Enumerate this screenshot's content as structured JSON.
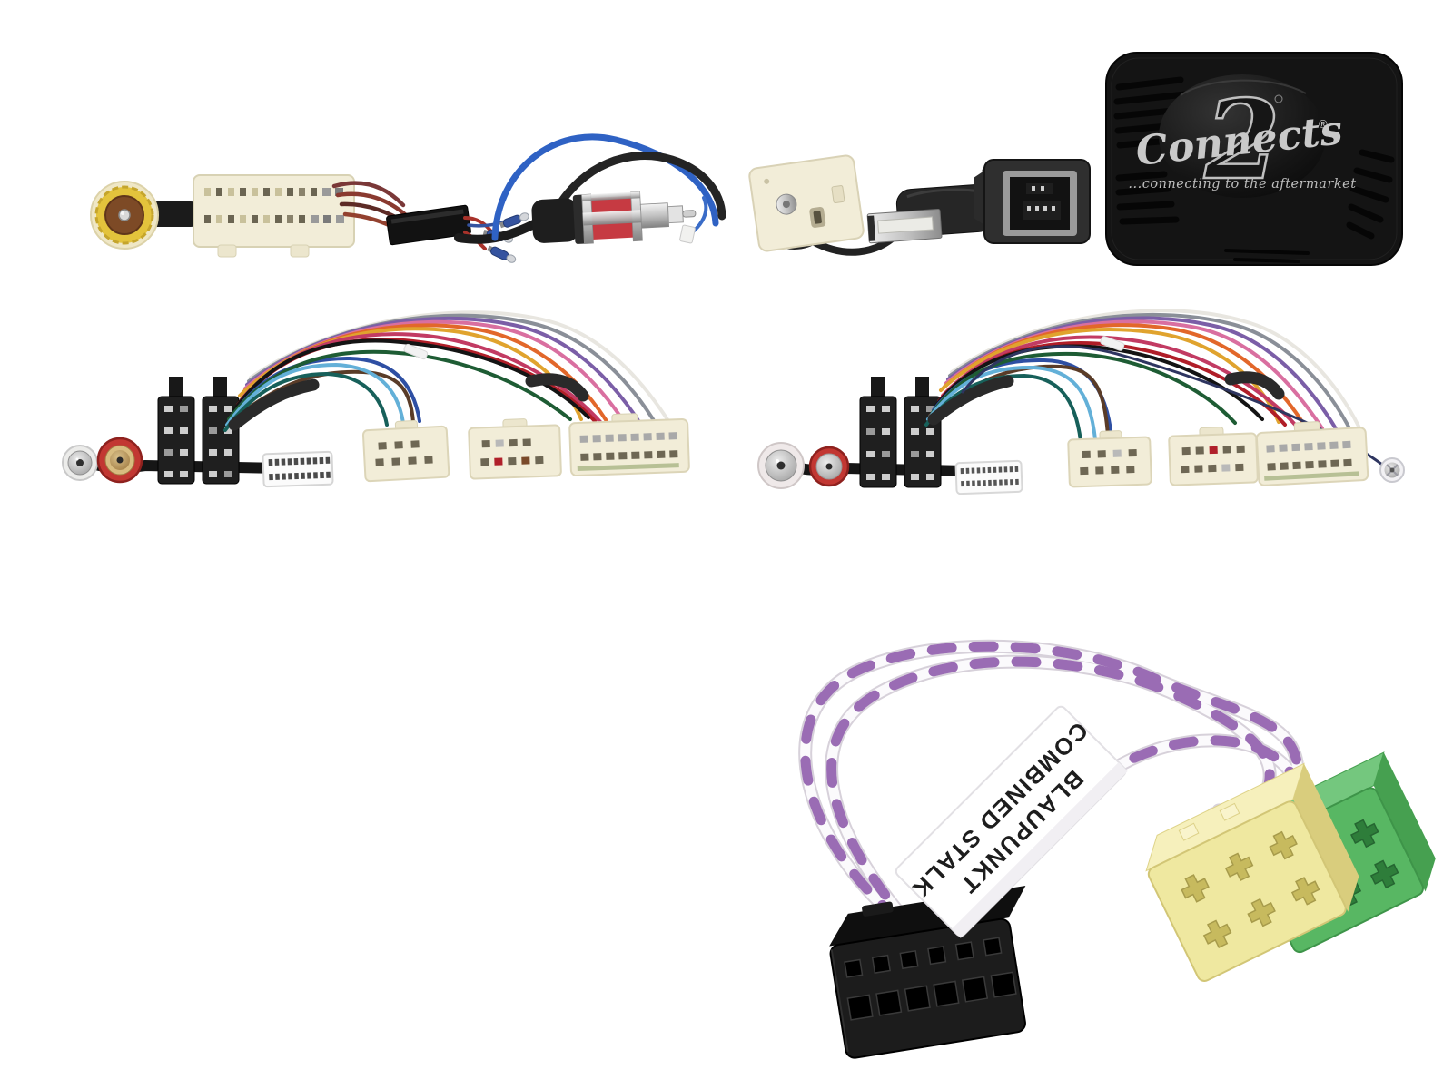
{
  "scene": {
    "kind": "product-photo",
    "subject": "Connects2 steering wheel control interface kit with wiring harnesses on white background",
    "background_color": "#ffffff"
  },
  "interface_box": {
    "brand_script": "Connects",
    "brand_number": "2",
    "registered_symbol": "®",
    "tagline": "...connecting to the aftermarket",
    "body_color": "#151515",
    "logo_silver": "#c9c9c9"
  },
  "stalk_label": {
    "line1": "BLAUPUNKT",
    "line2": "COMBINED STALK",
    "text_color": "#1d1d1d",
    "label_color": "#ffffff"
  },
  "parts": {
    "top_harness": {
      "name": "main interface harness",
      "connectors": [
        "yellow ISO antenna socket",
        "cream 24-pin multiplug",
        "black link plug",
        "blue bullet terminals",
        "chrome DIN antenna plug",
        "cream antenna adapter plug",
        "USB-A plug",
        "OEM USB retention socket",
        "Connects2 interface box"
      ]
    },
    "left_patch_harness": {
      "name": "ISO to OEM patch lead (left)",
      "connectors": [
        "white RCA plug",
        "red RCA plug",
        "2 black ISO blocks",
        "white 20-pin multiplug",
        "3 cream OEM multiplugs"
      ]
    },
    "right_patch_harness": {
      "name": "ISO to OEM patch lead (right)",
      "connectors": [
        "white RCA plug",
        "red RCA plug",
        "2 black ISO blocks",
        "white 24-pin multiplug",
        "3 cream OEM multiplugs",
        "round antenna bayonet"
      ]
    },
    "stalk_lead": {
      "name": "Blaupunkt combined stalk patch lead",
      "cable": "purple / white twisted pair",
      "connectors": [
        "black 12-pin plug",
        "yellow mini-ISO plug",
        "green mini-ISO plug"
      ]
    }
  },
  "palette": {
    "antenna_yellow": "#e3c33c",
    "cream": "#f2edd8",
    "iso_black": "#1d1d1d",
    "rca_red": "#c23732",
    "din_red": "#c63a42",
    "mini_iso_yellow": "#efe8a0",
    "mini_iso_green": "#58b763",
    "twist_purple": "#9a6cb4",
    "twist_white": "#f7f5f9",
    "wire_colors": [
      "#141414",
      "#b01e28",
      "#c23b63",
      "#2e4fa3",
      "#63b0d8",
      "#3f8f4a",
      "#17605a",
      "#e0a32e",
      "#e2672a",
      "#d96fa0",
      "#7b5ea7",
      "#8a8f98",
      "#e8e6e0",
      "#5a3c28"
    ]
  }
}
